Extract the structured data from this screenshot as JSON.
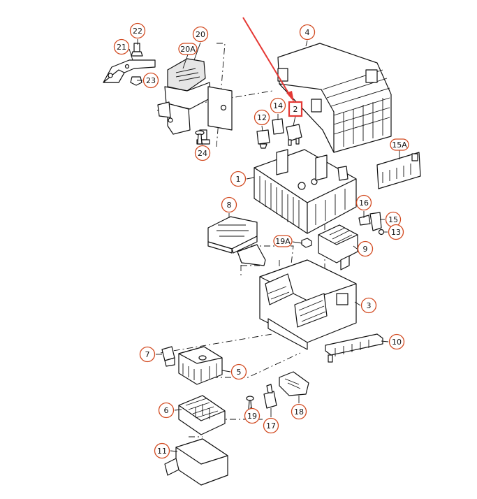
{
  "diagram": {
    "type": "exploded parts diagram",
    "highlight_color": "#e53935",
    "callout_color": "#d2491f",
    "highlighted_part": "2",
    "callouts": [
      {
        "id": "22",
        "label": "22",
        "shape": "circle"
      },
      {
        "id": "21",
        "label": "21",
        "shape": "circle"
      },
      {
        "id": "23",
        "label": "23",
        "shape": "circle"
      },
      {
        "id": "20",
        "label": "20",
        "shape": "circle"
      },
      {
        "id": "20A",
        "label": "20A",
        "shape": "rect"
      },
      {
        "id": "24",
        "label": "24",
        "shape": "circle"
      },
      {
        "id": "4",
        "label": "4",
        "shape": "circle"
      },
      {
        "id": "12",
        "label": "12",
        "shape": "circle"
      },
      {
        "id": "14",
        "label": "14",
        "shape": "circle"
      },
      {
        "id": "2",
        "label": "2",
        "shape": "highlight"
      },
      {
        "id": "15A",
        "label": "15A",
        "shape": "rect"
      },
      {
        "id": "1",
        "label": "1",
        "shape": "circle"
      },
      {
        "id": "16",
        "label": "16",
        "shape": "circle"
      },
      {
        "id": "15",
        "label": "15",
        "shape": "circle"
      },
      {
        "id": "13",
        "label": "13",
        "shape": "circle"
      },
      {
        "id": "8",
        "label": "8",
        "shape": "circle"
      },
      {
        "id": "19A",
        "label": "19A",
        "shape": "rect"
      },
      {
        "id": "9",
        "label": "9",
        "shape": "circle"
      },
      {
        "id": "3",
        "label": "3",
        "shape": "circle"
      },
      {
        "id": "10",
        "label": "10",
        "shape": "circle"
      },
      {
        "id": "7",
        "label": "7",
        "shape": "circle"
      },
      {
        "id": "5",
        "label": "5",
        "shape": "circle"
      },
      {
        "id": "6",
        "label": "6",
        "shape": "circle"
      },
      {
        "id": "19",
        "label": "19",
        "shape": "circle"
      },
      {
        "id": "17",
        "label": "17",
        "shape": "circle"
      },
      {
        "id": "18",
        "label": "18",
        "shape": "circle"
      },
      {
        "id": "11",
        "label": "11",
        "shape": "circle"
      }
    ]
  }
}
